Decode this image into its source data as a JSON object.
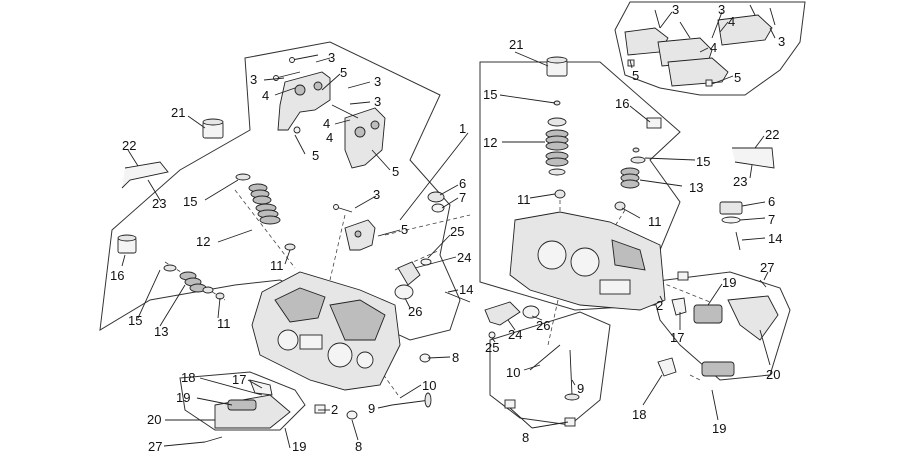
{
  "diagram": {
    "callouts": {
      "front_left": [
        "3",
        "3",
        "3",
        "4",
        "5",
        "3",
        "4",
        "4",
        "5",
        "5",
        "21",
        "22",
        "23",
        "15",
        "12",
        "11",
        "3",
        "5",
        "16",
        "15",
        "13",
        "11",
        "1",
        "6",
        "7",
        "25",
        "24",
        "26",
        "14",
        "8",
        "18",
        "17",
        "19",
        "2",
        "10",
        "20",
        "9",
        "19",
        "27",
        "8"
      ],
      "right": [
        "3",
        "3",
        "4",
        "3",
        "4",
        "5",
        "5",
        "21",
        "16",
        "15",
        "12",
        "15",
        "11",
        "13",
        "11",
        "22",
        "23",
        "6",
        "7",
        "14",
        "27",
        "19",
        "2",
        "17",
        "20",
        "26",
        "24",
        "25",
        "10",
        "9",
        "18",
        "19",
        "8"
      ]
    }
  }
}
